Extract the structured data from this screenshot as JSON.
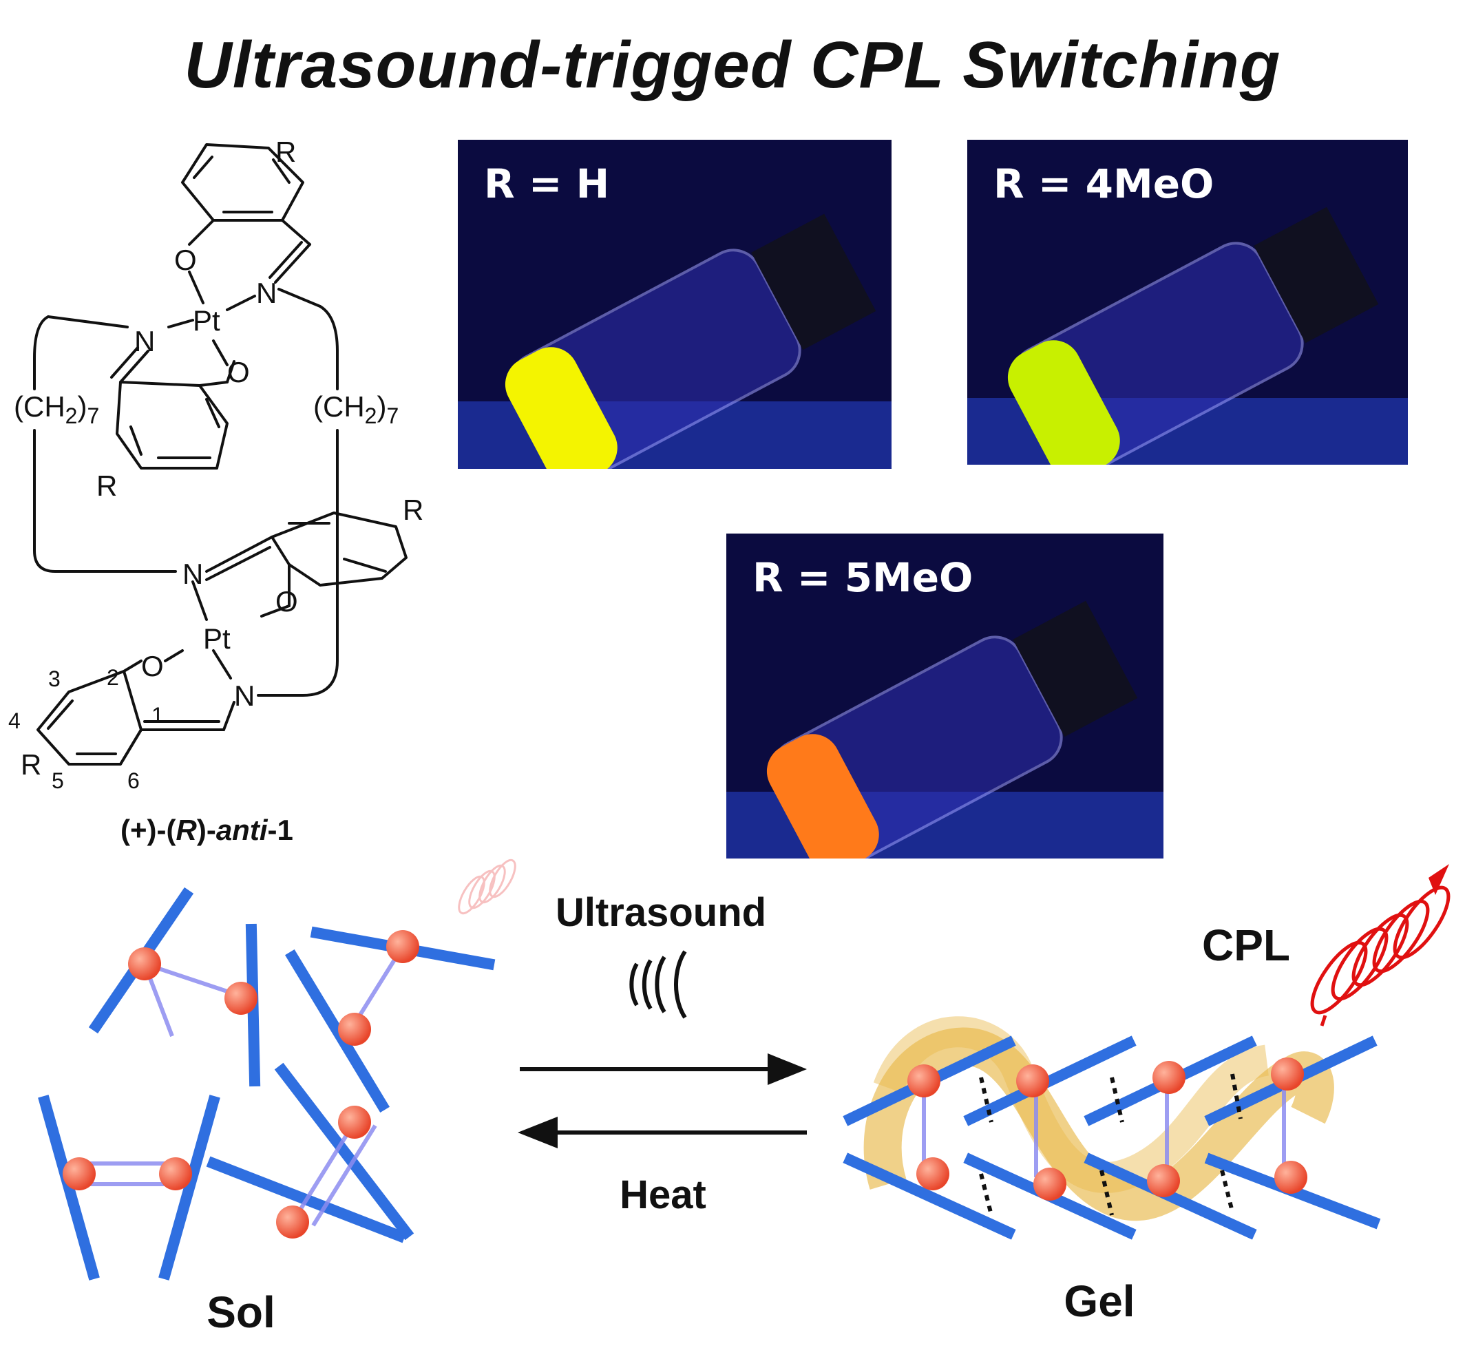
{
  "title": "Ultrasound-trigged CPL Switching",
  "molecule": {
    "compound_label_prefix": "(+)-(",
    "compound_label_config": "R",
    "compound_label_mid": ")-",
    "compound_label_anti": "anti",
    "compound_label_suffix": "-1",
    "atom_pt": "Pt",
    "atom_n": "N",
    "atom_o": "O",
    "atom_r": "R",
    "linker_left": "(CH",
    "linker_sub2": "2",
    "linker_close": ")",
    "linker_sub7": "7",
    "position_numbers": [
      "1",
      "2",
      "3",
      "4",
      "5",
      "6"
    ]
  },
  "photos": [
    {
      "label": "R = H",
      "emission_color": "#f4f400"
    },
    {
      "label": "R = 4MeO",
      "emission_color": "#c8f000"
    },
    {
      "label": "R = 5MeO",
      "emission_color": "#ff7a1a"
    }
  ],
  "scheme": {
    "left_state": "Sol",
    "right_state": "Gel",
    "forward_label": "Ultrasound",
    "reverse_label": "Heat",
    "emission_label": "CPL",
    "colors": {
      "rod": "#2f6fe0",
      "node": "#f05a3c",
      "link": "#8c8cf0",
      "helix": "#e8b84a",
      "cpl_spiral": "#e01010"
    }
  }
}
